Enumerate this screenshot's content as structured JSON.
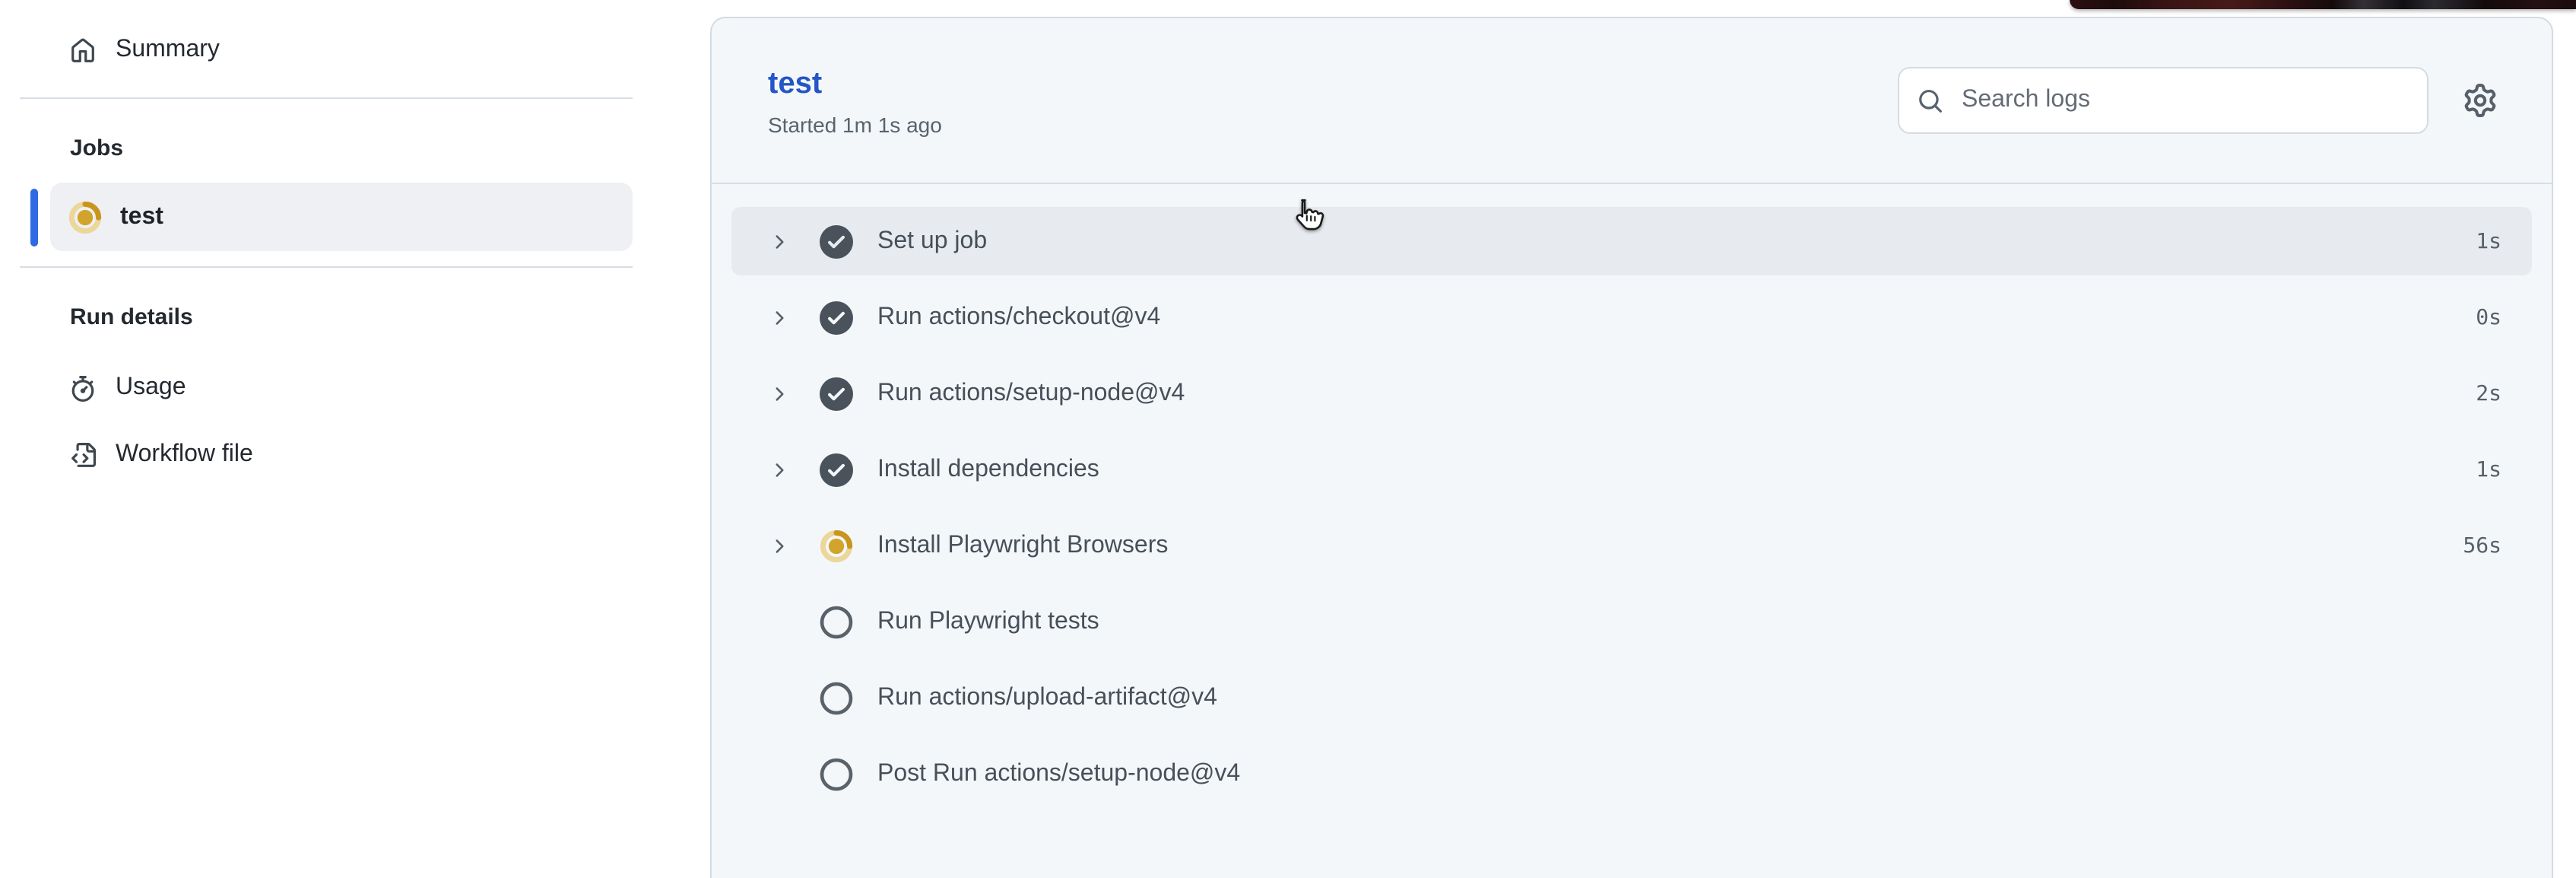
{
  "sidebar": {
    "summary_label": "Summary",
    "jobs_header": "Jobs",
    "jobs": [
      {
        "label": "test",
        "status": "in_progress",
        "selected": true
      }
    ],
    "run_details_header": "Run details",
    "items": [
      {
        "label": "Usage",
        "icon": "stopwatch-icon"
      },
      {
        "label": "Workflow file",
        "icon": "file-code-icon"
      }
    ]
  },
  "main": {
    "job_title": "test",
    "started_text": "Started 1m 1s ago",
    "search": {
      "placeholder": "Search logs"
    },
    "steps": [
      {
        "label": "Set up job",
        "duration": "1s",
        "status": "success",
        "expandable": true,
        "highlighted": true
      },
      {
        "label": "Run actions/checkout@v4",
        "duration": "0s",
        "status": "success",
        "expandable": true,
        "highlighted": false
      },
      {
        "label": "Run actions/setup-node@v4",
        "duration": "2s",
        "status": "success",
        "expandable": true,
        "highlighted": false
      },
      {
        "label": "Install dependencies",
        "duration": "1s",
        "status": "success",
        "expandable": true,
        "highlighted": false
      },
      {
        "label": "Install Playwright Browsers",
        "duration": "56s",
        "status": "in_progress",
        "expandable": true,
        "highlighted": false
      },
      {
        "label": "Run Playwright tests",
        "duration": "",
        "status": "pending",
        "expandable": false,
        "highlighted": false
      },
      {
        "label": "Run actions/upload-artifact@v4",
        "duration": "",
        "status": "pending",
        "expandable": false,
        "highlighted": false
      },
      {
        "label": "Post Run actions/setup-node@v4",
        "duration": "",
        "status": "pending",
        "expandable": false,
        "highlighted": false
      }
    ]
  },
  "colors": {
    "accent_blue": "#2456c7",
    "selected_bar_blue": "#2d6ae3",
    "success_gray": "#4a535b",
    "in_progress_yellow": "#d2a42c",
    "pending_gray": "#59626b",
    "row_highlight": "#e7ebef",
    "card_bg": "#f4f7fa"
  }
}
